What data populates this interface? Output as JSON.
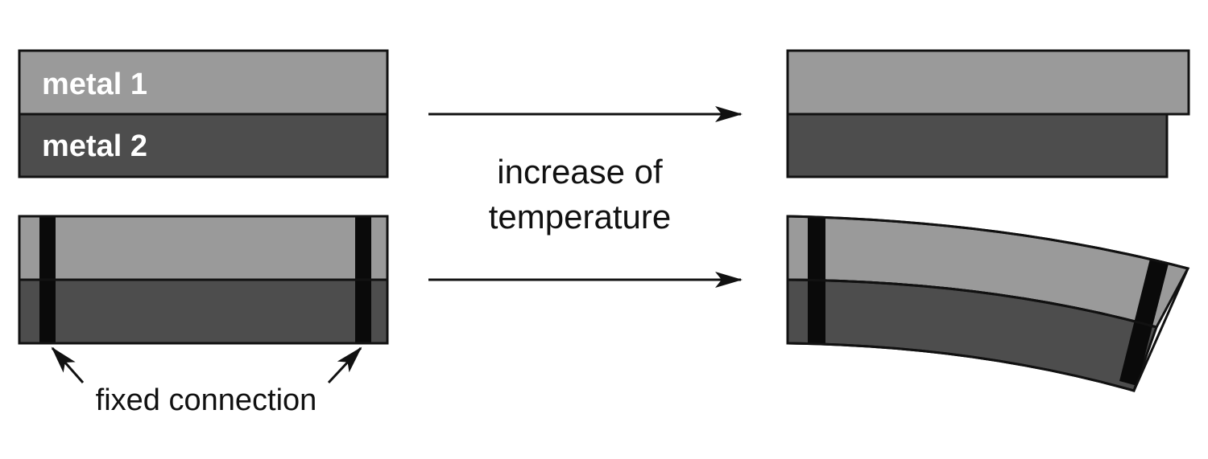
{
  "labels": {
    "metal_1": "metal 1",
    "metal_2": "metal 2",
    "process_line_1": "increase of",
    "process_line_2": "temperature",
    "fixed_connection": "fixed connection"
  },
  "colors": {
    "metal_1": "#9a9a9a",
    "metal_2": "#4d4d4d",
    "connector": "#0a0a0a",
    "outline": "#111111",
    "background": "#ffffff"
  }
}
